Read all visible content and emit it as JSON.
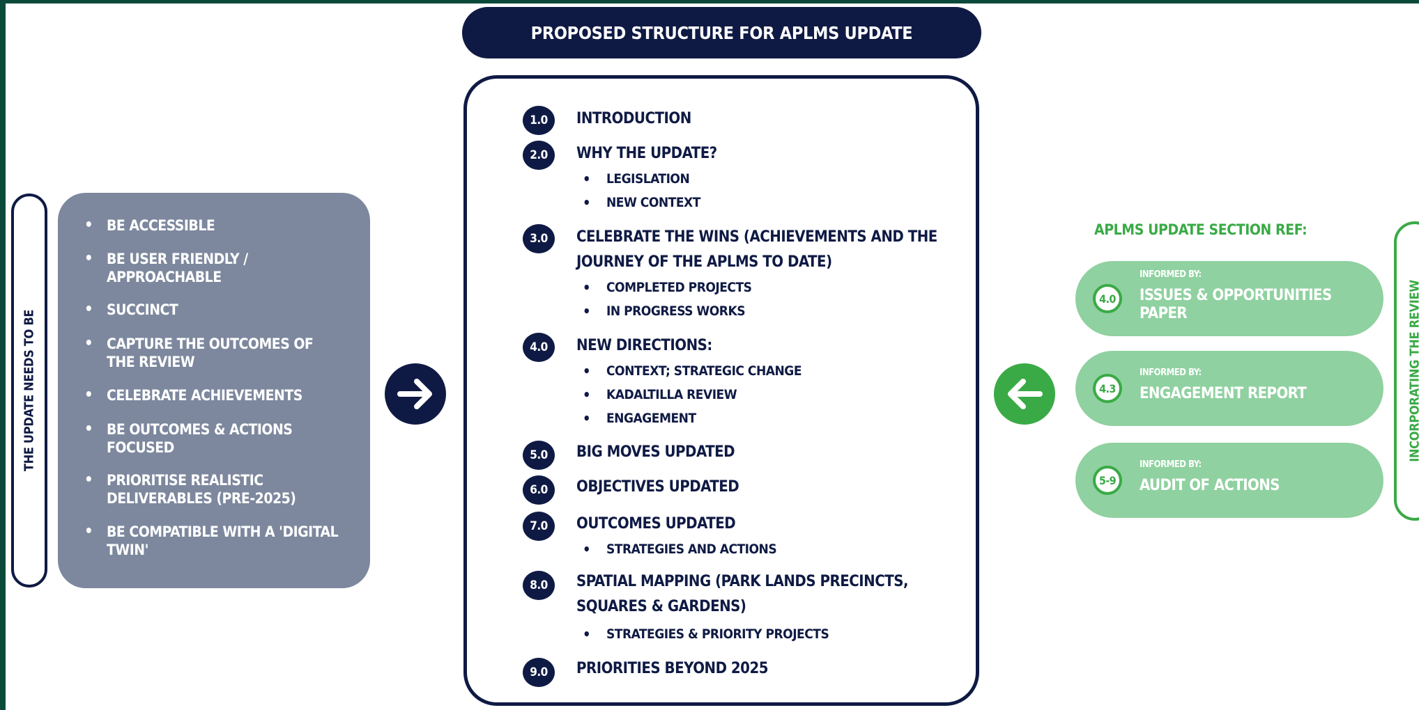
{
  "title": "PROPOSED STRUCTURE FOR APLMS UPDATE",
  "left": {
    "vertical_label": "THE UPDATE NEEDS TO BE",
    "items": [
      "BE ACCESSIBLE",
      "BE USER FRIENDLY / APPROACHABLE",
      "SUCCINCT",
      "CAPTURE THE OUTCOMES OF THE REVIEW",
      "CELEBRATE ACHIEVEMENTS",
      "BE OUTCOMES & ACTIONS FOCUSED",
      "PRIORITISE REALISTIC DELIVERABLES (PRE-2025)",
      "BE COMPATIBLE WITH A 'DIGITAL TWIN'"
    ]
  },
  "sections": [
    {
      "num": "1.0",
      "title": "INTRODUCTION",
      "subs": []
    },
    {
      "num": "2.0",
      "title": "WHY THE UPDATE?",
      "subs": [
        "LEGISLATION",
        "NEW CONTEXT"
      ]
    },
    {
      "num": "3.0",
      "title": "CELEBRATE THE WINS (ACHIEVEMENTS AND THE JOURNEY OF THE APLMS TO DATE)",
      "subs": [
        "COMPLETED PROJECTS",
        "IN PROGRESS WORKS"
      ]
    },
    {
      "num": "4.0",
      "title": "NEW DIRECTIONS:",
      "subs": [
        "CONTEXT; STRATEGIC CHANGE",
        "KADALTILLA REVIEW",
        "ENGAGEMENT"
      ]
    },
    {
      "num": "5.0",
      "title": "BIG MOVES UPDATED",
      "subs": []
    },
    {
      "num": "6.0",
      "title": "OBJECTIVES UPDATED",
      "subs": []
    },
    {
      "num": "7.0",
      "title": "OUTCOMES UPDATED",
      "subs": [
        "STRATEGIES AND ACTIONS"
      ]
    },
    {
      "num": "8.0",
      "title": "SPATIAL MAPPING (PARK LANDS PRECINCTS, SQUARES & GARDENS)",
      "subs": [
        "STRATEGIES & PRIORITY PROJECTS"
      ]
    },
    {
      "num": "9.0",
      "title": "PRIORITIES BEYOND 2025",
      "subs": []
    }
  ],
  "right": {
    "heading": "APLMS UPDATE SECTION REF:",
    "vertical_label": "INCORPORATING THE REVIEW",
    "refs": [
      {
        "badge": "4.0",
        "informed": "INFORMED BY:",
        "label": "ISSUES & OPPORTUNITIES PAPER"
      },
      {
        "badge": "4.3",
        "informed": "INFORMED BY:",
        "label": "ENGAGEMENT REPORT"
      },
      {
        "badge": "5-9",
        "informed": "INFORMED BY:",
        "label": "AUDIT OF ACTIONS"
      }
    ]
  },
  "colors": {
    "navy": "#0f1a44",
    "slate": "#7d889e",
    "green": "#3aaa46",
    "light_green": "#8fd1a0",
    "frame": "#0b4a3a"
  },
  "icons": {
    "left_arrow_circle": "arrow-right-icon",
    "right_arrow_circle": "arrow-left-icon"
  }
}
